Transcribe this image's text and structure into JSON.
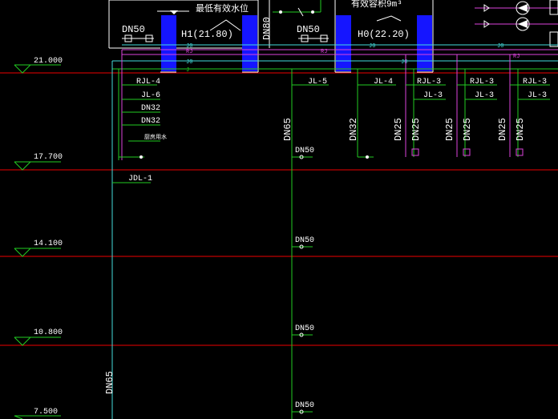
{
  "tank_labels": {
    "left_water_level": "最低有效水位",
    "right_volume": "有效容积9m³"
  },
  "tank_elevations": [
    "H1(21.80)",
    "H0(22.20)"
  ],
  "floor_levels": [
    "21.000",
    "17.700",
    "14.100",
    "10.800",
    "7.500"
  ],
  "riser_labels": [
    "RJL-4",
    "JL-6",
    "JL-5",
    "JL-4",
    "RJL-3",
    "JL-3",
    "RJL-3",
    "JL-3",
    "RJL-3",
    "JL-3"
  ],
  "jdl_label": "JDL-1",
  "kitchen_label": "厨房用水",
  "pipe_sizes_horizontal": [
    "DN50",
    "DN50",
    "DN32",
    "DN32"
  ],
  "pipe_sizes_vertical": [
    "DN80",
    "DN65",
    "DN32",
    "DN25",
    "DN25",
    "DN25",
    "DN25",
    "DN25",
    "DN25",
    "DN65"
  ],
  "floor_branch_size": "DN50",
  "pipe_tags": {
    "cold": "J",
    "cold_zero": "J0",
    "hot": "RJ"
  },
  "colors": {
    "background": "#000000",
    "floor_line": "#ee0000",
    "cold_pipe": "#44dddd",
    "hot_pipe": "#dd44dd",
    "riser_label": "#22cc22",
    "tank": "#1515ff",
    "text": "#ffffff"
  }
}
